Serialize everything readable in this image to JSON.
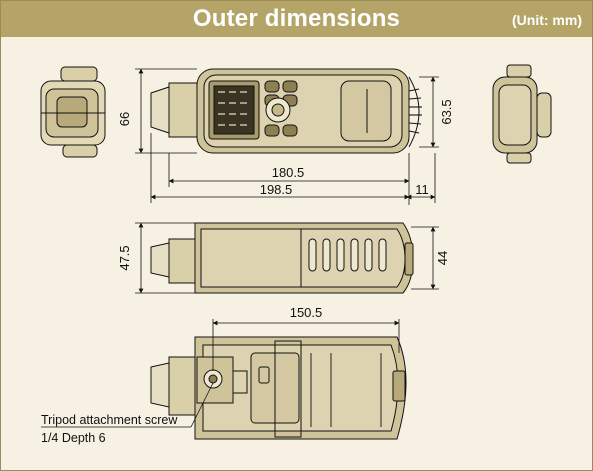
{
  "header": {
    "title": "Outer dimensions",
    "unit": "(Unit: mm)"
  },
  "dimensions": {
    "top_height": "66",
    "top_depth": "63.5",
    "body_length": "180.5",
    "total_length": "198.5",
    "bumper": "11",
    "side_left_height": "47.5",
    "side_right_height": "44",
    "bottom_length": "150.5"
  },
  "annotation": {
    "line1": "Tripod attachment screw",
    "line2": "1/4 Depth 6"
  },
  "colors": {
    "header": "#b5a468",
    "background": "#f6f1e3",
    "line": "#111111",
    "device_fill": "#cfc39a"
  }
}
